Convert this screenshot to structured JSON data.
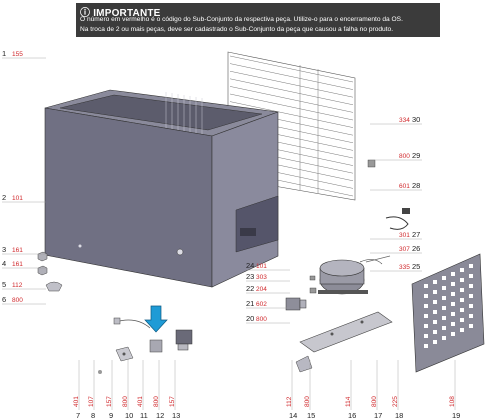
{
  "banner": {
    "title": "IMPORTANTE",
    "icon": "info-icon",
    "line1": "O número em vermelho é o código do Sub-Conjunto da respectiva peça. Utilize-o para o encerramento da OS.",
    "line2": "Na troca de 2 ou mais peças, deve ser cadastrado o Sub-Conjunto da peça que causou a falha no produto."
  },
  "colors": {
    "code": "#d0282c",
    "banner_bg": "#3b3b3b",
    "cabinet": "#6f6f80",
    "arrow": "#1f9bd6"
  },
  "callouts_left": [
    {
      "num": "1",
      "code": "155"
    },
    {
      "num": "2",
      "code": "101"
    },
    {
      "num": "3",
      "code": "161"
    },
    {
      "num": "4",
      "code": "161"
    },
    {
      "num": "5",
      "code": "112"
    },
    {
      "num": "6",
      "code": "800"
    }
  ],
  "callouts_right": [
    {
      "num": "30",
      "code": "334"
    },
    {
      "num": "29",
      "code": "800"
    },
    {
      "num": "28",
      "code": "601"
    },
    {
      "num": "27",
      "code": "301"
    },
    {
      "num": "26",
      "code": "307"
    },
    {
      "num": "25",
      "code": "335"
    }
  ],
  "callouts_mid": [
    {
      "num": "24",
      "code": "101"
    },
    {
      "num": "23",
      "code": "303"
    },
    {
      "num": "22",
      "code": "204"
    },
    {
      "num": "21",
      "code": "602"
    },
    {
      "num": "20",
      "code": "800"
    }
  ],
  "callouts_bottom": [
    {
      "num": "7",
      "code": "401"
    },
    {
      "num": "8",
      "code": "107"
    },
    {
      "num": "9",
      "code": "157"
    },
    {
      "num": "10",
      "code": "800"
    },
    {
      "num": "11",
      "code": "401"
    },
    {
      "num": "12",
      "code": "800"
    },
    {
      "num": "13",
      "code": "157"
    },
    {
      "num": "14",
      "code": "112"
    },
    {
      "num": "15",
      "code": "800"
    },
    {
      "num": "16",
      "code": "114"
    },
    {
      "num": "17",
      "code": "800"
    },
    {
      "num": "18",
      "code": "225"
    },
    {
      "num": "19",
      "code": "108"
    }
  ]
}
